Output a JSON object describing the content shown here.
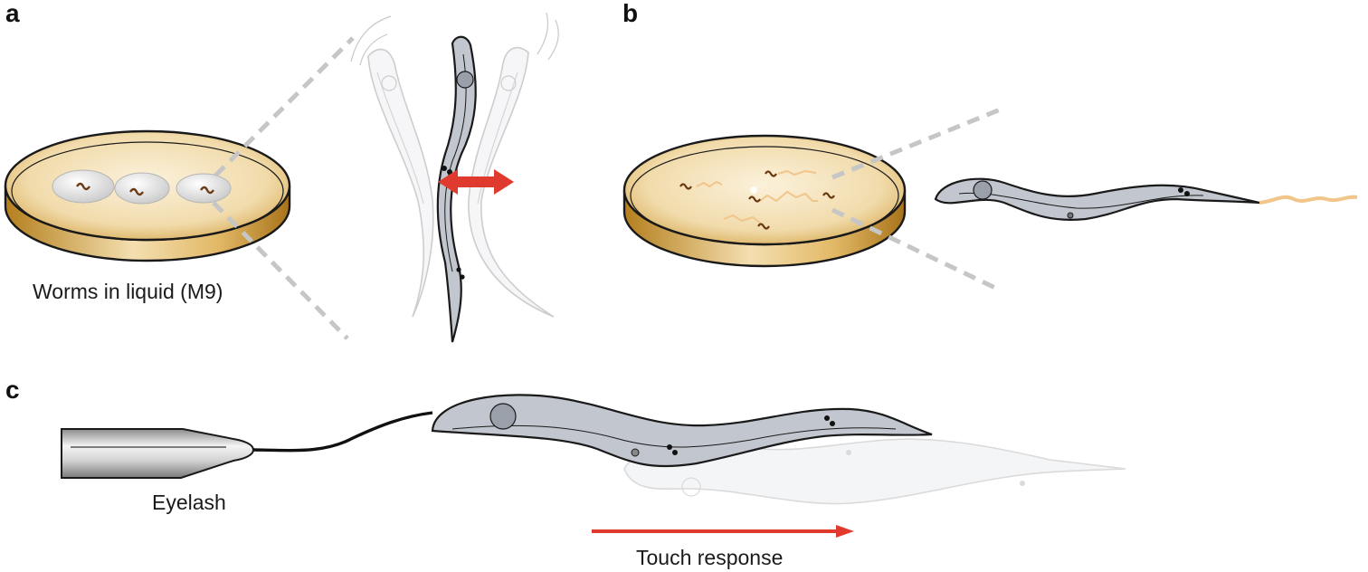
{
  "panels": {
    "a": {
      "letter": "a",
      "caption": "Worms in liquid (M9)"
    },
    "b": {
      "letter": "b"
    },
    "c": {
      "letter": "c",
      "tool_label": "Eyelash",
      "response_label": "Touch response"
    }
  },
  "colors": {
    "dish_gold": "#c89a3a",
    "dish_light": "#f4e3bf",
    "worm_body": "#b9bec7",
    "worm_dark": "#8f95a0",
    "arrow_red": "#e03a2f",
    "food_track": "#f2c58a",
    "dashed_gray": "#c6c6c6"
  },
  "icons": [
    "petri-dish-icon",
    "worm-icon",
    "eyelash-tool-icon",
    "double-arrow-icon"
  ]
}
